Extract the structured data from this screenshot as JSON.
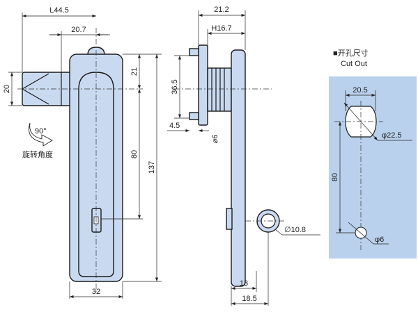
{
  "colors": {
    "part_fill": "#c9daf0",
    "cutout_panel": "#b9d1ec",
    "line": "#1a1a1a"
  },
  "front_view": {
    "dim_L": "L44.5",
    "dim_offset": "20.7",
    "dim_arm_height": "20",
    "dim_top": "21",
    "dim_center": "80",
    "dim_total": "137",
    "dim_width": "32",
    "rotation_angle": "90°",
    "rotation_label": "旋转角度"
  },
  "side_view": {
    "dim_total_depth": "21.2",
    "dim_h": "H16.7",
    "dim_stud_span": "36.5",
    "dim_nut": "4.5",
    "dim_bolt_dia": "⌀6",
    "dim_ring_dia": "∅10.8",
    "dim_13": "13",
    "dim_18_5": "18.5"
  },
  "cutout": {
    "title_cn": "■开孔尺寸",
    "title_en": "Cut Out",
    "dim_width": "20.5",
    "dim_hole_dia": "φ22.5",
    "dim_spacing": "80",
    "dim_small_hole": "φ6"
  }
}
